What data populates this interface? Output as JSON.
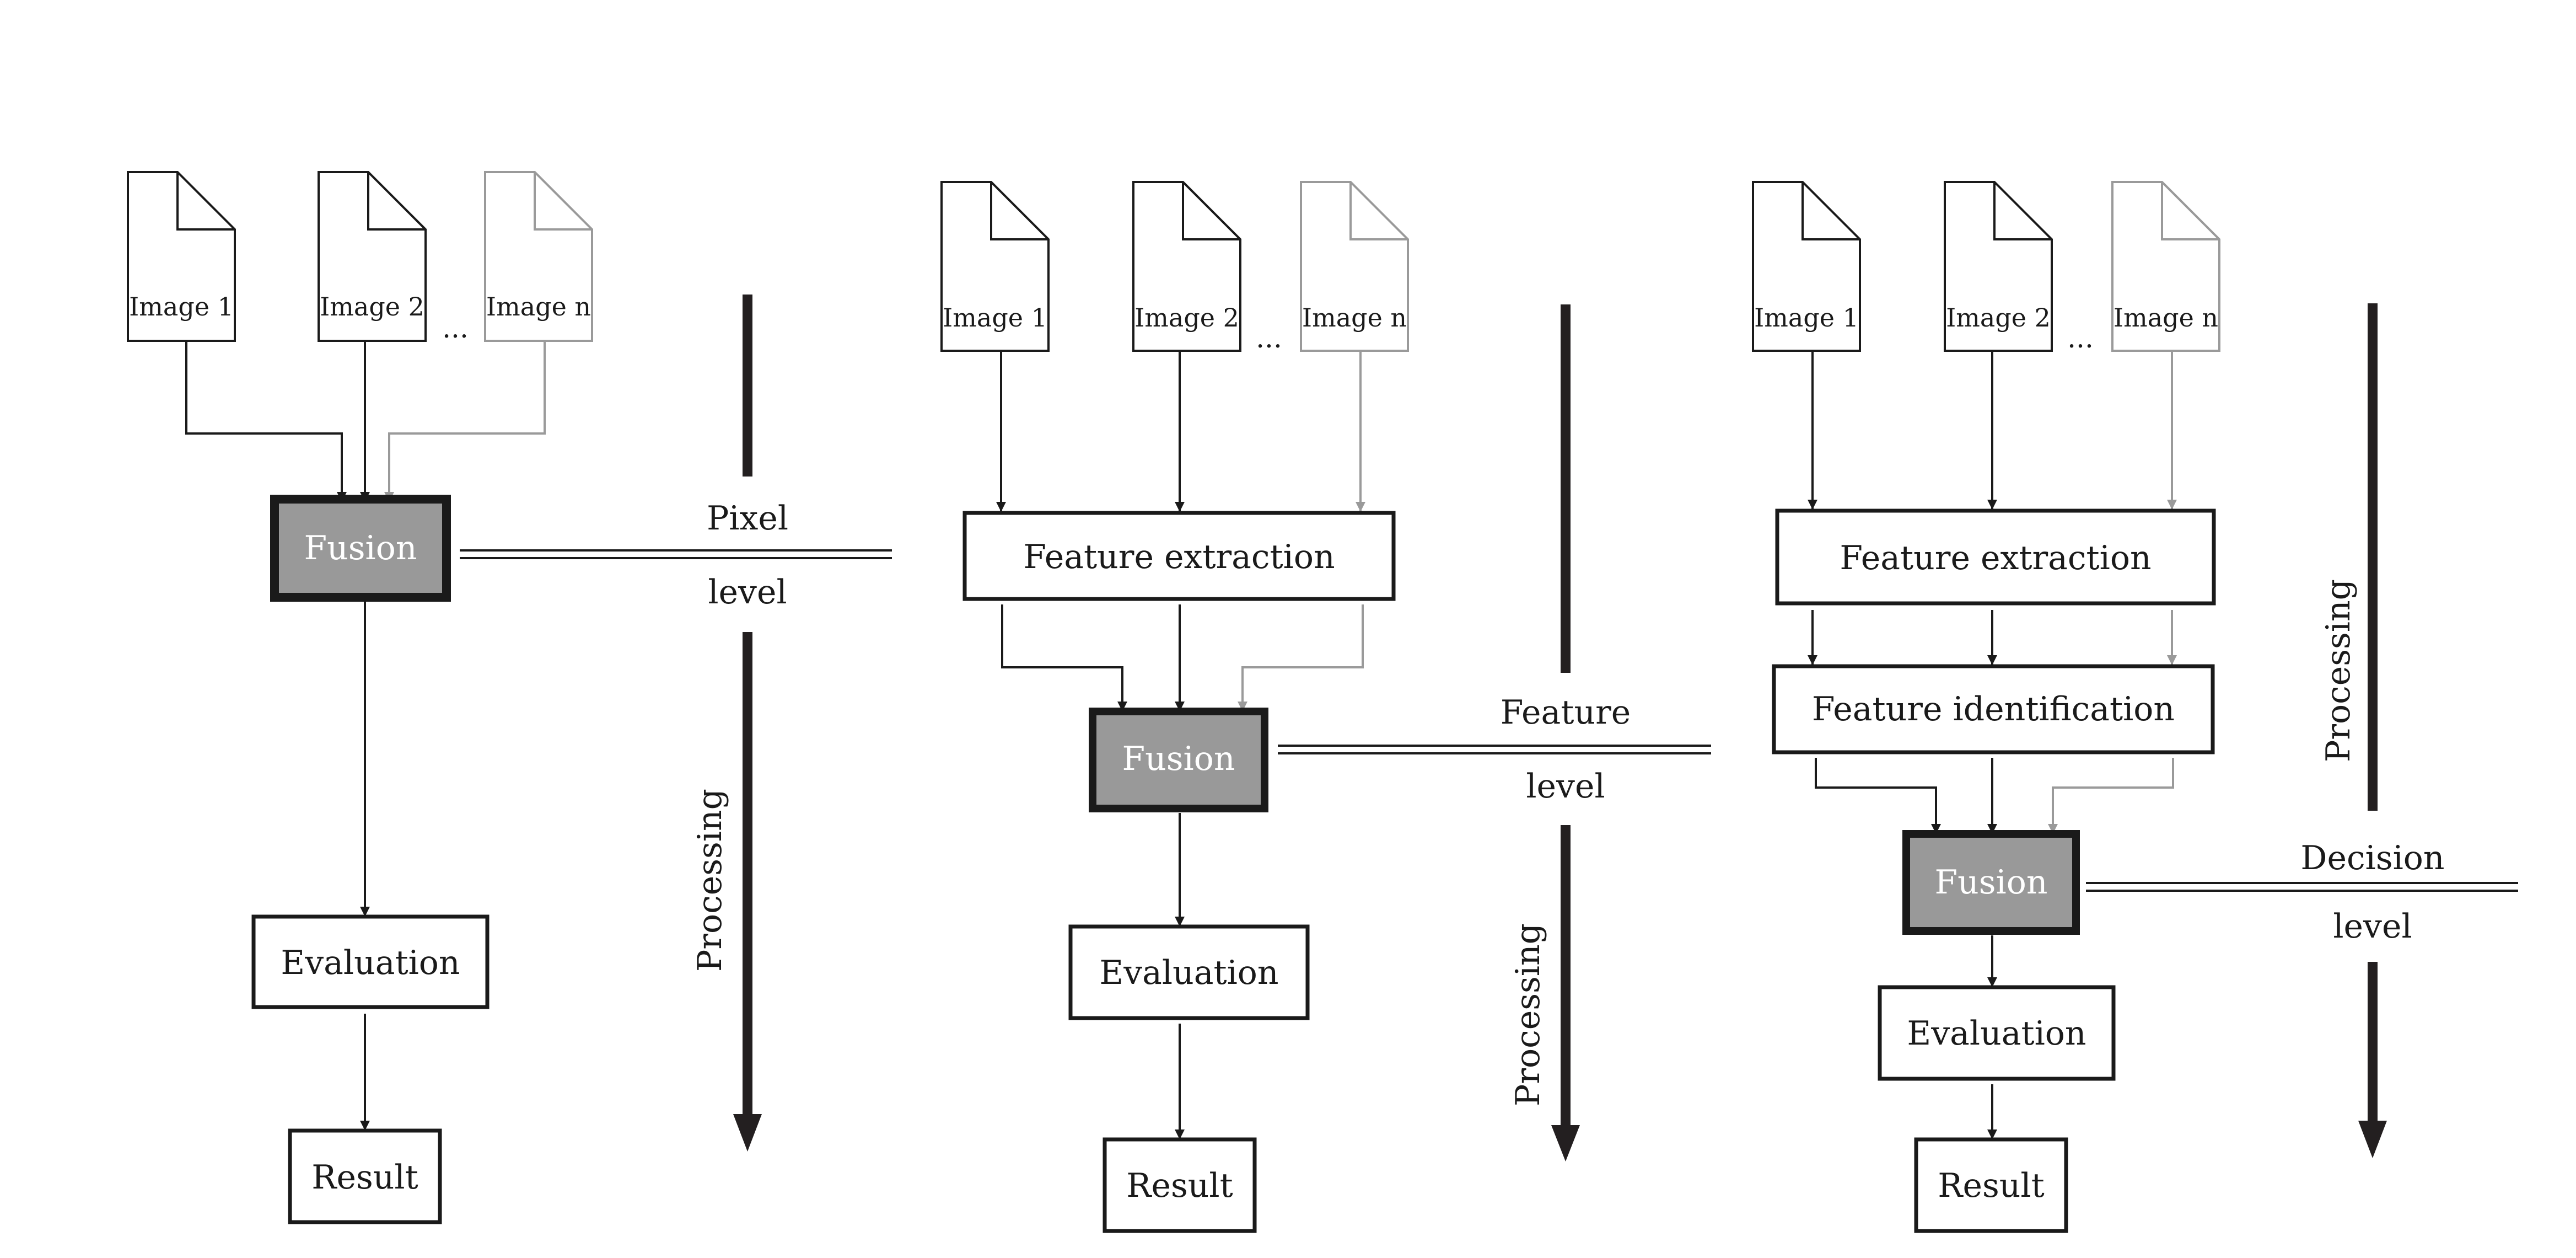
{
  "colors": {
    "line": "#1a1a1a",
    "faded": "#9a9a9a",
    "fusion_fill": "#999999",
    "arrow_bar": "#231f20"
  },
  "icons": {
    "image_document": "document-icon"
  },
  "panels": [
    {
      "images": [
        "Image 1",
        "Image 2",
        "Image n"
      ],
      "ellipsis": "...",
      "fusion": "Fusion",
      "evaluation": "Evaluation",
      "result": "Result",
      "level": {
        "top": "Pixel",
        "bottom": "level"
      },
      "processing": "Processing"
    },
    {
      "images": [
        "Image 1",
        "Image 2",
        "Image n"
      ],
      "ellipsis": "...",
      "feature_extraction": "Feature extraction",
      "fusion": "Fusion",
      "evaluation": "Evaluation",
      "result": "Result",
      "level": {
        "top": "Feature",
        "bottom": "level"
      },
      "processing": "Processing"
    },
    {
      "images": [
        "Image 1",
        "Image 2",
        "Image n"
      ],
      "ellipsis": "...",
      "feature_extraction": "Feature extraction",
      "feature_identification": "Feature identification",
      "fusion": "Fusion",
      "evaluation": "Evaluation",
      "result": "Result",
      "level": {
        "top": "Decision",
        "bottom": "level"
      },
      "processing": "Processing"
    }
  ]
}
